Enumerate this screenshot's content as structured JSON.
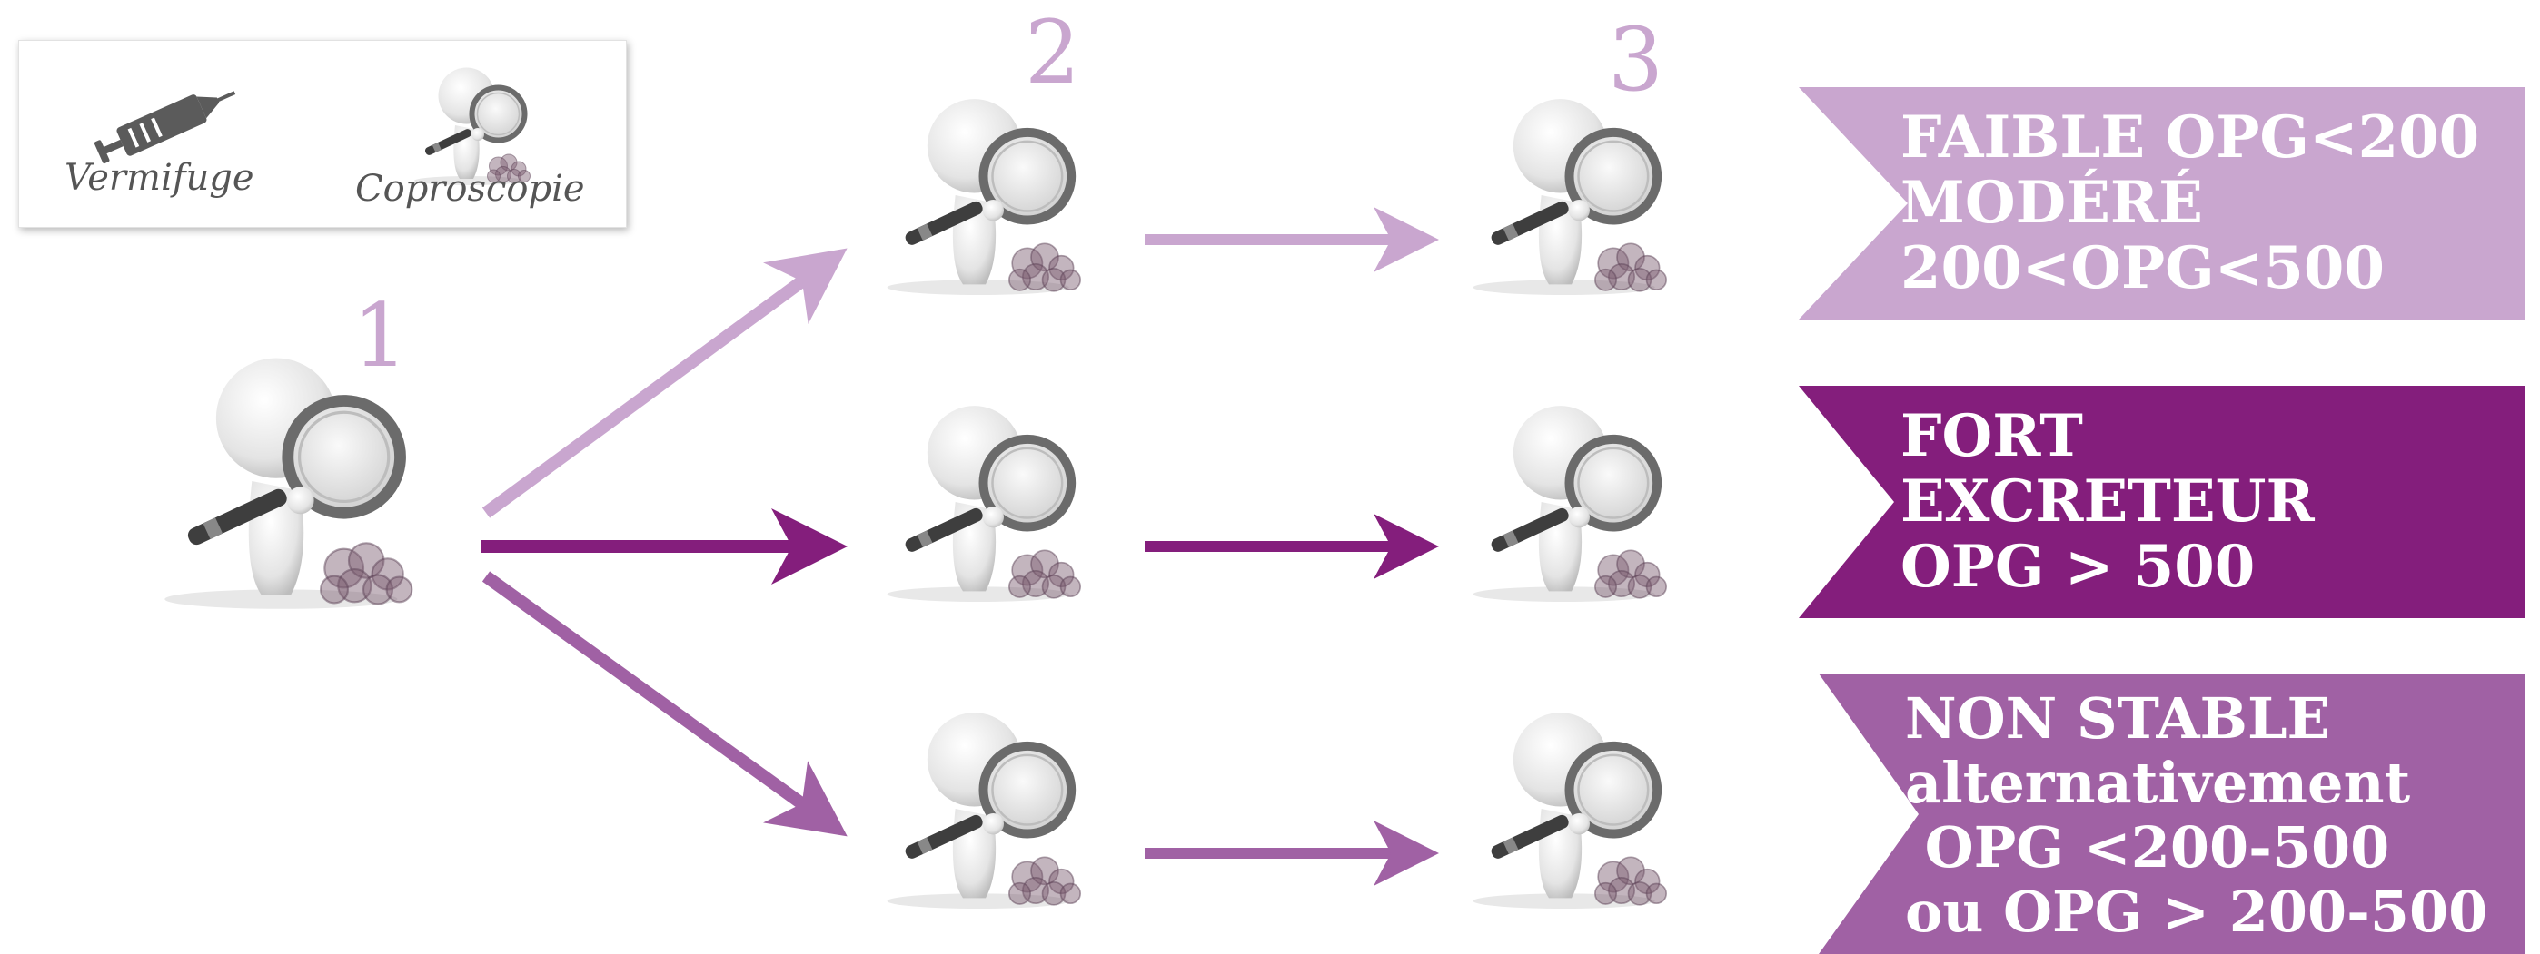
{
  "legend": {
    "vermifuge_label": "Vermifuge",
    "coproscopie_label": "Coproscopie",
    "vermifuge_icon": "syringe-icon",
    "coproscopie_icon": "magnifier-figure-icon"
  },
  "steps": {
    "step1": "1",
    "step2": "2",
    "step3": "3"
  },
  "banners": {
    "faible": {
      "lines": [
        "FAIBLE OPG<200",
        "MODÉRÉ",
        "200<OPG<500"
      ],
      "color": "#c9a6cf"
    },
    "fort": {
      "lines": [
        "FORT",
        "EXCRETEUR",
        "OPG > 500"
      ],
      "color": "#841e7c"
    },
    "non_stable": {
      "lines": [
        "NON STABLE",
        "alternativement",
        " OPG <200-500",
        "ou OPG > 200-500"
      ],
      "color": "#a061a4"
    }
  },
  "colors": {
    "light_purple": "#c9a6cf",
    "dark_purple": "#841e7c",
    "mid_purple": "#a061a4",
    "figure_gray": "#e6e6e6",
    "glass_gray": "#555555"
  }
}
